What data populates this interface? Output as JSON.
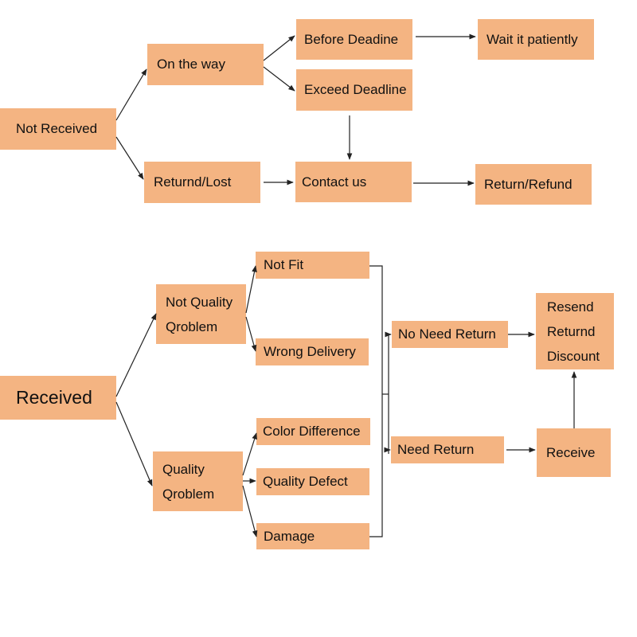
{
  "colors": {
    "node_fill": "#f4b482",
    "line": "#222222",
    "background": "#ffffff"
  },
  "not_received": {
    "root": "Not Received",
    "on_the_way": "On the way",
    "before_deadline": "Before Deadine",
    "wait_patiently": "Wait it patiently",
    "exceed_deadline": "Exceed Deadline",
    "returned_lost": "Returnd/Lost",
    "contact_us": "Contact us",
    "return_refund": "Return/Refund"
  },
  "received": {
    "root": "Received",
    "not_quality_problem": {
      "line1": "Not Quality",
      "line2": "Qroblem"
    },
    "not_fit": "Not Fit",
    "wrong_delivery": "Wrong Delivery",
    "quality_problem": {
      "line1": "Quality",
      "line2": "Qroblem"
    },
    "color_difference": "Color Difference",
    "quality_defect": "Quality Defect",
    "damage": "Damage",
    "no_need_return": "No Need Return",
    "need_return": "Need Return",
    "receive": "Receive",
    "outcome": {
      "line1": "Resend",
      "line2": "Returnd",
      "line3": "Discount"
    }
  }
}
